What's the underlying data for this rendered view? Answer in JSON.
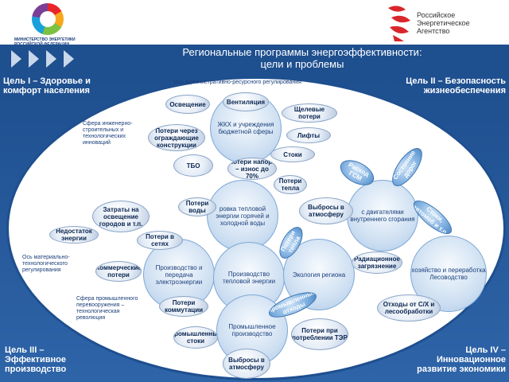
{
  "header": {
    "ministry_logo_text": "МИНИСТЕРСТВО ЭНЕРГЕТИКИ\nРОССИЙСКОЙ ФЕДЕРАЦИИ",
    "agency_logo_text": "Российское Энергетическое Агентство",
    "title_line1": "Региональные программы энергоэффективности:",
    "title_line2": "цели и проблемы"
  },
  "corners": {
    "goal1": "Цель I – Здоровье и комфорт населения",
    "goal2": "Цель II – Безопасность жизнеобеспечения",
    "goal3": "Цель III – Эффективное производство",
    "goal4": "Цель IV – Инновационное развитие экономики"
  },
  "axes": {
    "admin": "Ось административно-ресурсного регулирования",
    "material": "Ось материально-технологического регулирования"
  },
  "spheres": {
    "engineering": "Сфера инженерно-строительных и технологических инноваций",
    "industrial": "Сфера промышленного перевооружения – технологическая революция"
  },
  "big_bubbles": {
    "housing": "ЖКХ и учреждения бюджетной сферы",
    "generation": "ровка тепловой энергии горячей и холодной воды",
    "transport": "с двигателями внутреннего сгорания",
    "production_electric": "Производство и передача электроэнергии",
    "production_heat": "Производство тепловой энергии",
    "ecology": "Экология региона",
    "forestry": "хозяйство и переработка Лесоводство",
    "industry": "Промышленное производство"
  },
  "pills": {
    "lighting": "Освещение",
    "ventilation": "Вентиляция",
    "slot_losses": "Щелевые потери",
    "enclosures": "Потери через ограждающие конструкции",
    "elevators": "Лифты",
    "drains": "Стоки",
    "solid_waste": "ТБО",
    "pressure_losses": "Потери напора – износ до 70%",
    "heat_losses_1": "Потери тепла",
    "water_losses": "Потери воды",
    "lighting_costs": "Затраты на освещение городов и т.п.",
    "shortage": "Недостаток энергии",
    "network_losses": "Потери в сетях",
    "commercial_losses": "Коммерческие потери",
    "switching_losses": "Потери коммутации",
    "industrial_drains": "Промышленные стоки",
    "emissions_1": "Выбросы в атмосферу",
    "fuel_consumption": "Расход ГСМ",
    "road_condition": "Состояние дорог",
    "heat_losses_2": "Потери тепла",
    "radiation": "Радиационное загрязнение",
    "wood_drains": "Стоки, автомоб и т.п.",
    "industrial_emissions": "Промышленные отходы",
    "fer_losses": "Потери при потреблении ТЭР",
    "wood_waste": "Отходы от С/Х и лесообработки",
    "emissions_2": "Выбросы в атмосферу"
  }
}
